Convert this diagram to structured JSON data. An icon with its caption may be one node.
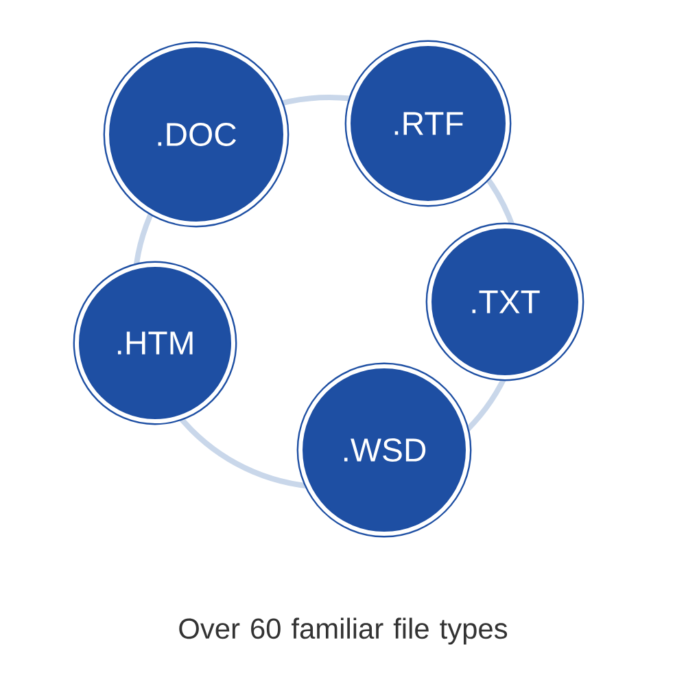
{
  "diagram": {
    "caption": "Over 60 familiar file types",
    "nodes": [
      {
        "text": [
          ".DOC"
        ]
      },
      {
        "text": [
          ".RTF"
        ]
      },
      {
        "text": [
          ".TXT"
        ]
      },
      {
        "text": [
          ".WSD"
        ]
      },
      {
        "text": [
          ".HTM"
        ]
      }
    ]
  }
}
